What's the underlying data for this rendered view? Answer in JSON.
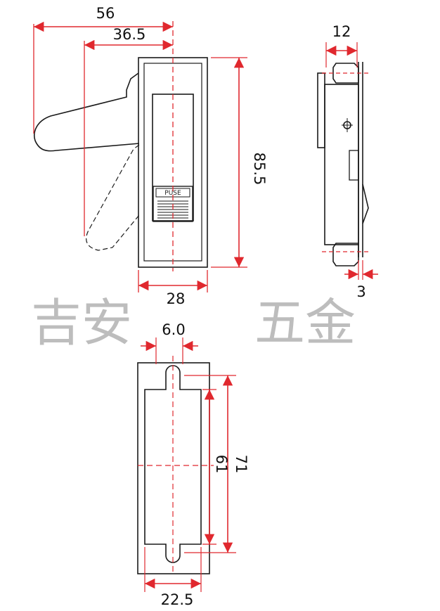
{
  "dimensions": {
    "front_total_width": "56",
    "front_pivot_offset": "36.5",
    "front_height": "85.5",
    "front_body_width": "28",
    "side_head_width": "12",
    "side_plate_thickness": "3",
    "cutout_notch_width": "6.0",
    "cutout_height": "71",
    "cutout_inner_height": "61",
    "cutout_width": "22.5"
  },
  "button_label": "PUSE",
  "watermark": {
    "left": "吉安",
    "right": "五金"
  },
  "colors": {
    "dimension": "#e0282e",
    "outline": "#1a1a1a",
    "watermark": "#bdbdbd"
  }
}
